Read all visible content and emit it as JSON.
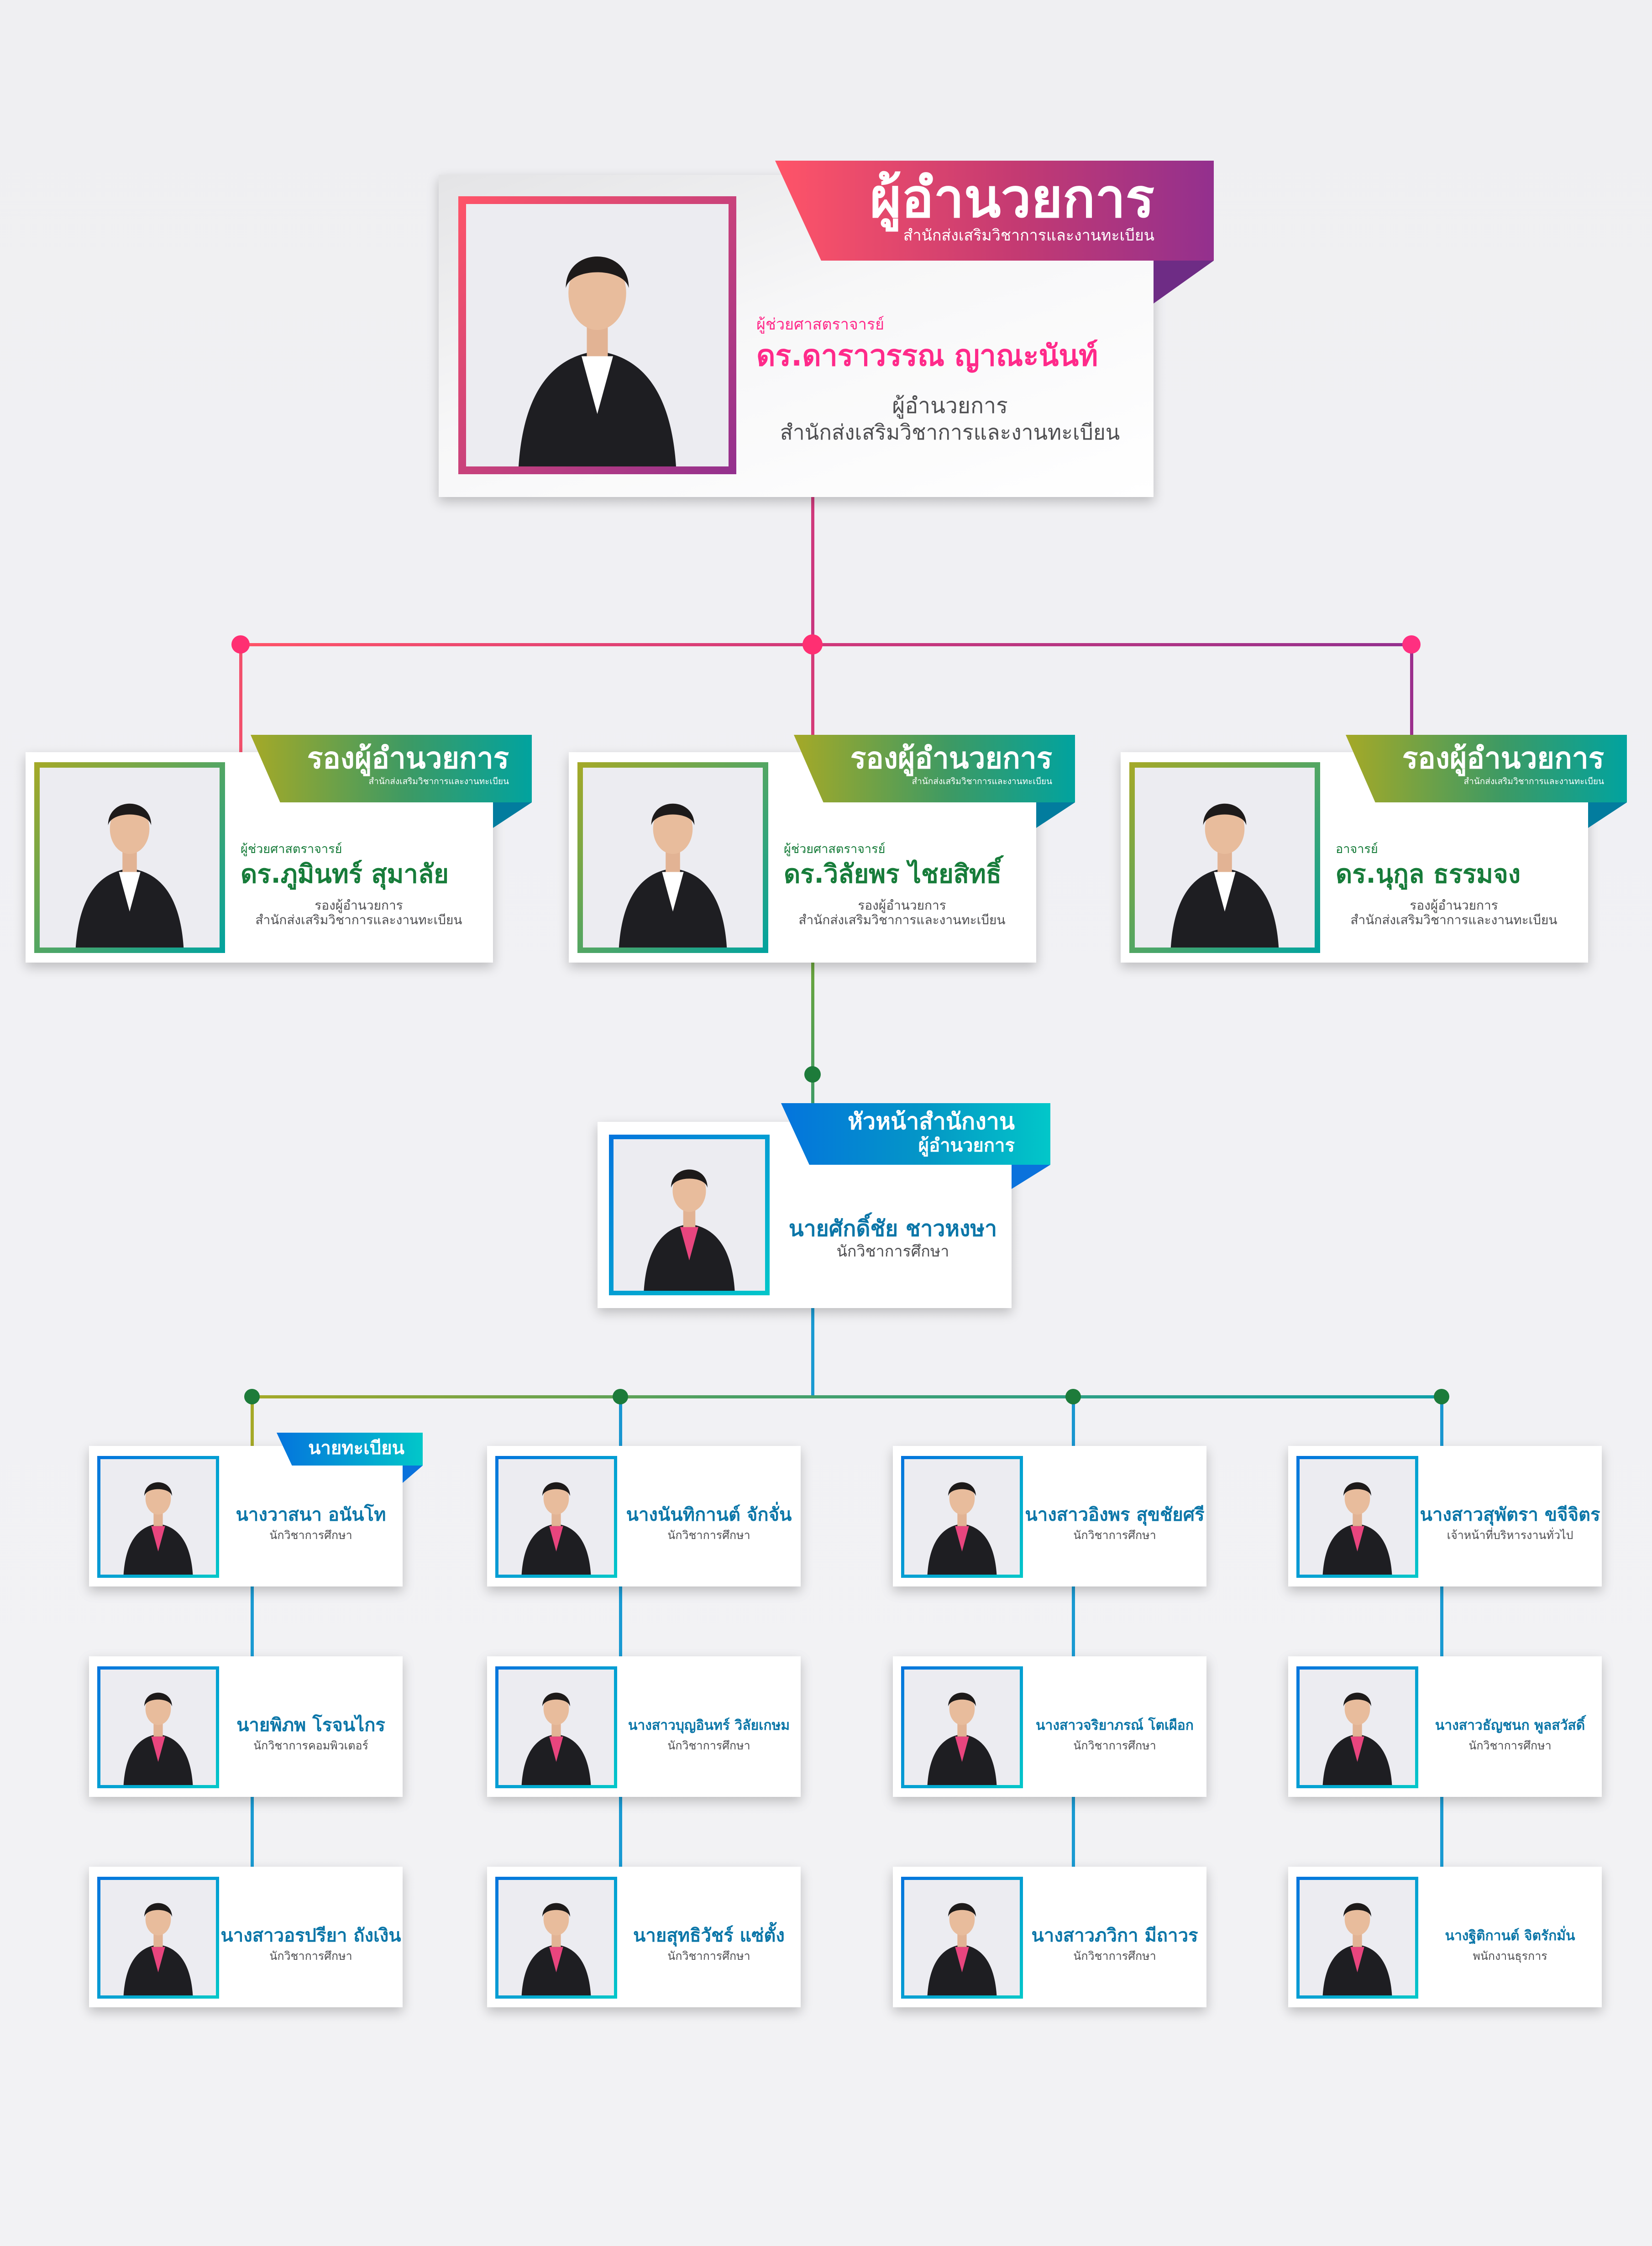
{
  "colors": {
    "director_accent": "#ff2a8a",
    "director_banner_from": "#ff5468",
    "director_banner_to": "#93308e",
    "deputy_accent": "#177c3a",
    "deputy_banner_from": "#a5a927",
    "deputy_banner_to": "#01a39f",
    "staff_accent": "#0b76a8",
    "staff_banner_from": "#0474dd",
    "staff_banner_to": "#02c7c9",
    "body_text": "#4f4f52"
  },
  "director": {
    "banner_title": "ผู้อำนวยการ",
    "banner_subtitle": "สำนักส่งเสริมวิชาการและงานทะเบียน",
    "academic_title": "ผู้ช่วยศาสตราจารย์",
    "name": "ดร.ดาราวรรณ   ญาณะนันท์",
    "position_line1": "ผู้อำนวยการ",
    "position_line2": "สำนักส่งเสริมวิชาการและงานทะเบียน"
  },
  "deputies": [
    {
      "banner_title": "รองผู้อำนวยการ",
      "banner_subtitle": "สำนักส่งเสริมวิชาการและงานทะเบียน",
      "academic_title": "ผู้ช่วยศาสตราจารย์",
      "name": "ดร.ภูมินทร์  สุมาลัย",
      "position_line1": "รองผู้อำนวยการ",
      "position_line2": "สำนักส่งเสริมวิชาการและงานทะเบียน"
    },
    {
      "banner_title": "รองผู้อำนวยการ",
      "banner_subtitle": "สำนักส่งเสริมวิชาการและงานทะเบียน",
      "academic_title": "ผู้ช่วยศาสตราจารย์",
      "name": "ดร.วิลัยพร  ไชยสิทธิ์",
      "position_line1": "รองผู้อำนวยการ",
      "position_line2": "สำนักส่งเสริมวิชาการและงานทะเบียน"
    },
    {
      "banner_title": "รองผู้อำนวยการ",
      "banner_subtitle": "สำนักส่งเสริมวิชาการและงานทะเบียน",
      "academic_title": "อาจารย์",
      "name": "ดร.นุกูล  ธรรมจง",
      "position_line1": "รองผู้อำนวยการ",
      "position_line2": "สำนักส่งเสริมวิชาการและงานทะเบียน"
    }
  ],
  "head": {
    "banner_title": "หัวหน้าสำนักงาน",
    "banner_subtitle": "ผู้อำนวยการ",
    "name": "นายศักดิ์ชัย  ชาวหงษา",
    "position": "นักวิชาการศึกษา"
  },
  "staff_columns": [
    [
      {
        "name": "นางวาสนา  อนันโท",
        "position": "นักวิชาการศึกษา",
        "badge": "นายทะเบียน"
      },
      {
        "name": "นายพิภพ โรจนไกร",
        "position": "นักวิชาการคอมพิวเตอร์"
      },
      {
        "name": "นางสาวอรปรียา  ถังเงิน",
        "position": "นักวิชาการศึกษา"
      }
    ],
    [
      {
        "name": "นางนันทิกานต์  จักจั่น",
        "position": "นักวิชาการศึกษา"
      },
      {
        "name": "นางสาวบุญอินทร์  วิลัยเกษม",
        "position": "นักวิชาการศึกษา"
      },
      {
        "name": "นายสุทธิวัชร์ แซ่ตั้ง",
        "position": "นักวิชาการศึกษา"
      }
    ],
    [
      {
        "name": "นางสาวอิงพร  สุขชัยศรี",
        "position": "นักวิชาการศึกษา"
      },
      {
        "name": "นางสาวจริยาภรณ์  โตเผือก",
        "position": "นักวิชาการศึกษา"
      },
      {
        "name": "นางสาวภวิกา มีถาวร",
        "position": "นักวิชาการศึกษา"
      }
    ],
    [
      {
        "name": "นางสาวสุพัตรา  ขจีจิตร",
        "position": "เจ้าหน้าที่บริหารงานทั่วไป"
      },
      {
        "name": "นางสาวธัญชนก  พูลสวัสดิ์",
        "position": "นักวิชาการศึกษา"
      },
      {
        "name": "นางฐิติกานต์  จิตรักมั่น",
        "position": "พนักงานธุรการ"
      }
    ]
  ]
}
